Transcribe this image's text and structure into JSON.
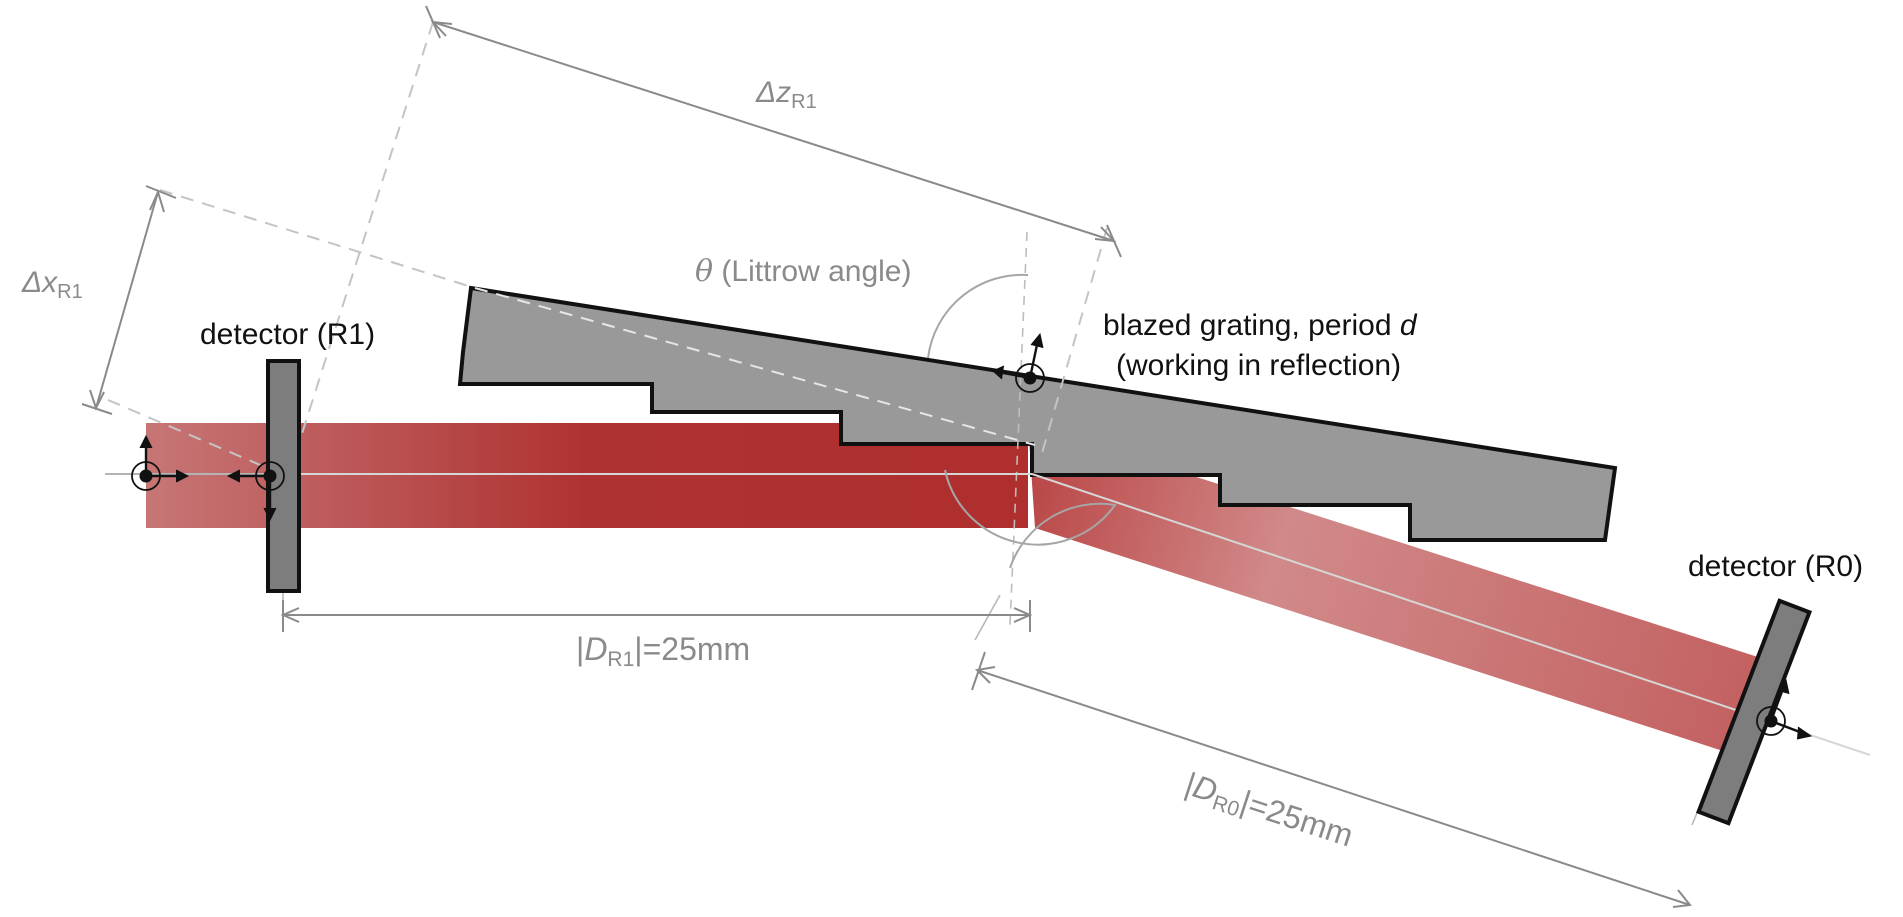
{
  "labels": {
    "delta_z": "Δz",
    "delta_z_sub": "R1",
    "delta_x": "Δx",
    "delta_x_sub": "R1",
    "theta_symbol": "θ",
    "theta_text": "(Littrow angle)",
    "grating_line1_prefix": "blazed grating, period ",
    "grating_line1_var": "d",
    "grating_line2": "(working in reflection)",
    "detector_r1": "detector (R1)",
    "detector_r0": "detector (R0)",
    "dr1_bar1": "|",
    "dr1_var": "D",
    "dr1_sub": "R1",
    "dr1_value": "|=25mm",
    "dr0_bar1": "|",
    "dr0_var": "D",
    "dr0_sub": "R0",
    "dr0_value": "|=25mm"
  },
  "colors": {
    "beam_red": "#a81c1c",
    "grating_gray": "#999999",
    "detector_gray": "#7d7d7d",
    "dimension_gray": "#8a8a8a",
    "outline_black": "#111111"
  }
}
